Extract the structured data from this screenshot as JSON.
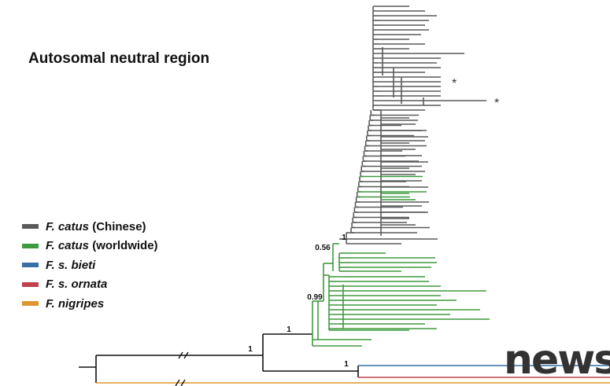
{
  "title": "Autosomal neutral region",
  "colors": {
    "chinese": "#5a5a5a",
    "worldwide": "#3f9a3f",
    "bieti": "#3a6fa6",
    "ornata": "#c0404e",
    "nigripes": "#e0952d",
    "root": "#111111"
  },
  "legend": [
    {
      "species": "F. catus",
      "suffix": " (Chinese)",
      "color": "#5a5a5a"
    },
    {
      "species": "F. catus",
      "suffix": " (worldwide)",
      "color": "#3f9a3f"
    },
    {
      "species": "F. s. bieti",
      "suffix": "",
      "color": "#3a6fa6"
    },
    {
      "species": "F. s. ornata",
      "suffix": "",
      "color": "#c0404e"
    },
    {
      "species": "F. nigripes",
      "suffix": "",
      "color": "#e0952d"
    }
  ],
  "support_values": {
    "catus_clade": "1",
    "chinese_subclade": "0.56",
    "chinese_clade": "1",
    "worldwide_clade": "0.99",
    "bieti_ornata": "1",
    "silvestris_catus": "1"
  },
  "asterisks": [
    "*",
    "*"
  ],
  "watermark": "news"
}
